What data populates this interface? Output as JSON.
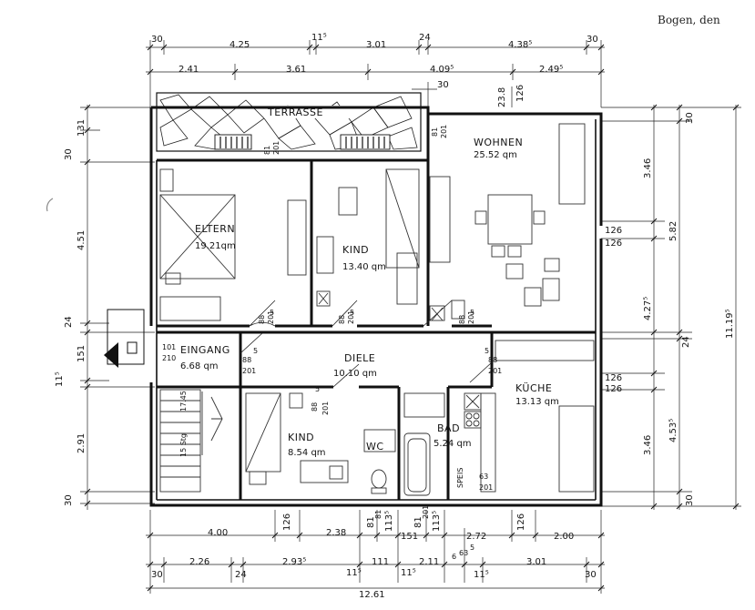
{
  "header": {
    "text": "Bogen, den"
  },
  "rooms": [
    {
      "id": "terrasse",
      "name": "TERRASSE",
      "area": ""
    },
    {
      "id": "eltern",
      "name": "ELTERN",
      "area": "19.21qm"
    },
    {
      "id": "kind1",
      "name": "KIND",
      "area": "13.40 qm"
    },
    {
      "id": "wohnen",
      "name": "WOHNEN",
      "area": "25.52 qm"
    },
    {
      "id": "eingang",
      "name": "EINGANG",
      "area": "6.68 qm"
    },
    {
      "id": "diele",
      "name": "DIELE",
      "area": "10.10 qm"
    },
    {
      "id": "kueche",
      "name": "KÜCHE",
      "area": "13.13 qm"
    },
    {
      "id": "kind2",
      "name": "KIND",
      "area": "8.54 qm"
    },
    {
      "id": "bad",
      "name": "BAD",
      "area": "5.24 qm"
    },
    {
      "id": "wc",
      "name": "WC",
      "area": ""
    },
    {
      "id": "speis",
      "name": "SPEIS",
      "area": ""
    }
  ],
  "dims_top_1": [
    "30",
    "4.25",
    "11⁵",
    "3.01",
    "24",
    "4.38⁵",
    "30"
  ],
  "dims_top_2": [
    "2.41",
    "3.61",
    "4.09⁵",
    "2.49⁵"
  ],
  "dims_top_3": [
    "30"
  ],
  "dims_bottom_1": [
    "4.00",
    "126",
    "2.38",
    "81",
    "113⁵",
    "151",
    "81",
    "113⁵",
    "2.72",
    "126",
    "2.00"
  ],
  "dims_bottom_2": [
    "2.26",
    "2.93⁵",
    "11⁵",
    "111",
    "11⁵",
    "2.11",
    "6",
    "63",
    "3.01"
  ],
  "dims_bottom_3": [
    "30",
    "24",
    "11⁵",
    "5",
    "30"
  ],
  "dims_bottom_total": "12.61",
  "dims_left": [
    "30",
    "131",
    "4.51",
    "24",
    "151",
    "11⁵",
    "2.91",
    "30"
  ],
  "dims_right_1": [
    "23.8",
    "126",
    "3.46",
    "126",
    "126",
    "4.27⁵",
    "24",
    "126",
    "126",
    "3.46"
  ],
  "dims_right_2": [
    "30",
    "5.82",
    "4.53⁵",
    "30"
  ],
  "dims_right_total": "11.19⁵",
  "door_labels": {
    "eltern": [
      "88",
      "5",
      "201"
    ],
    "kind1": [
      "88",
      "5",
      "201"
    ],
    "wohnen_door": [
      "88",
      "5",
      "201"
    ],
    "eingang": [
      "101",
      "210"
    ],
    "eingang_door": [
      "88",
      "5",
      "201"
    ],
    "kind2": [
      "88",
      "5",
      "201"
    ],
    "kueche": [
      "88",
      "5",
      "201"
    ],
    "speis": [
      "63",
      "201"
    ],
    "windows": [
      "81",
      "201",
      "81",
      "201",
      "81",
      "201"
    ],
    "stair": [
      "15 Stg",
      "17.45"
    ]
  }
}
